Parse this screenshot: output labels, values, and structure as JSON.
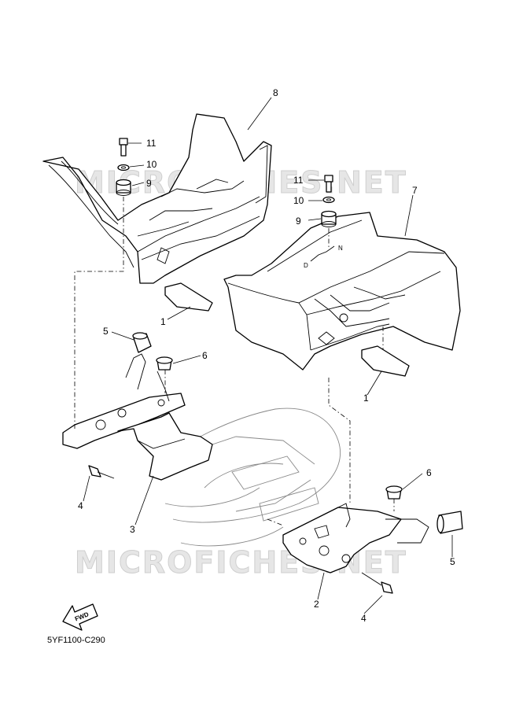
{
  "diagram_code": "5YF1100-C290",
  "watermark": "MICROFICHES.NET",
  "fwd_label": "FWD",
  "direction_marks": [
    "D",
    "N"
  ],
  "callouts": {
    "c1a": "1",
    "c1b": "1",
    "c2": "2",
    "c3": "3",
    "c4a": "4",
    "c4b": "4",
    "c5a": "5",
    "c5b": "5",
    "c6a": "6",
    "c6b": "6",
    "c7": "7",
    "c8": "8",
    "c9a": "9",
    "c9b": "9",
    "c10a": "10",
    "c10b": "10",
    "c11a": "11",
    "c11b": "11"
  }
}
